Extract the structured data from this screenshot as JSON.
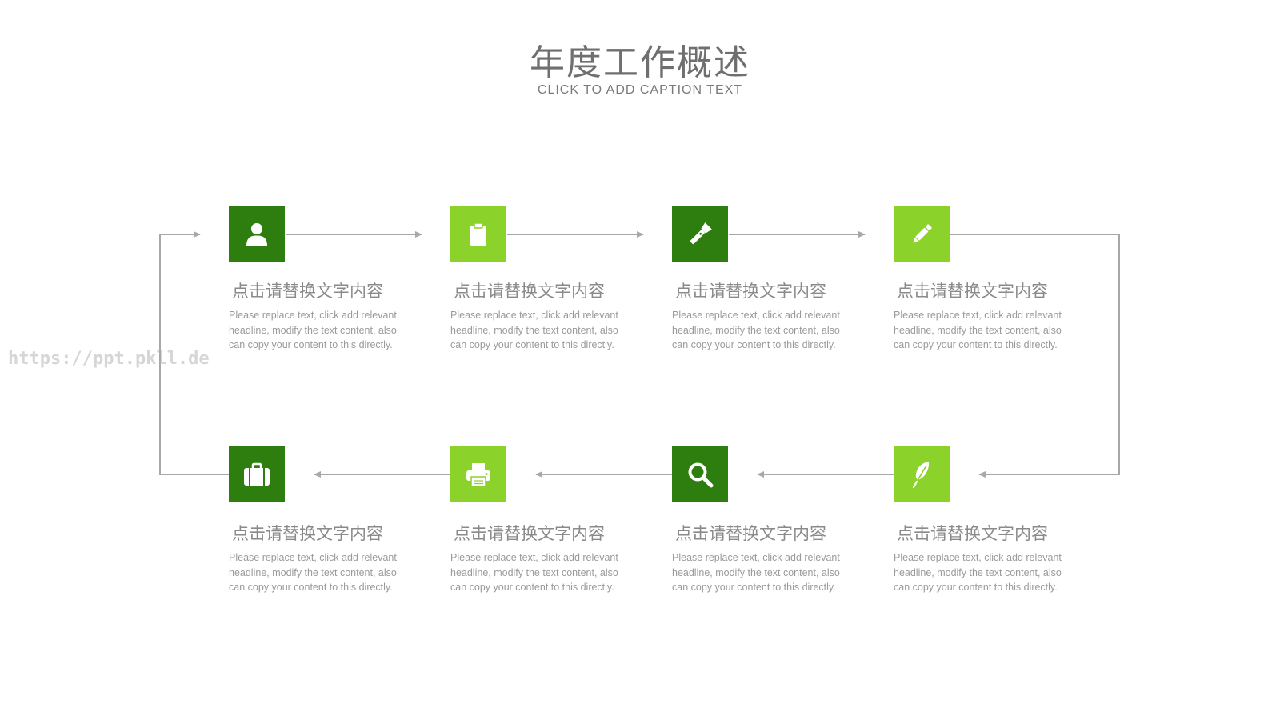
{
  "title": "年度工作概述",
  "caption": "CLICK TO ADD CAPTION TEXT",
  "watermark": "https://ppt.pkll.de",
  "colors": {
    "dark_green": "#2e7d0f",
    "light_green": "#8bd22a",
    "connector": "#a8a8a8"
  },
  "steps": [
    {
      "icon": "user-icon",
      "heading": "点击请替换文字内容",
      "text": "Please replace text, click add relevant headline, modify the text content, also can copy your content to this directly."
    },
    {
      "icon": "clipboard-icon",
      "heading": "点击请替换文字内容",
      "text": "Please replace text, click add relevant headline, modify the text content, also can copy your content to this directly."
    },
    {
      "icon": "flashlight-icon",
      "heading": "点击请替换文字内容",
      "text": "Please replace text, click add relevant headline, modify the text content, also can copy your content to this directly."
    },
    {
      "icon": "pencil-icon",
      "heading": "点击请替换文字内容",
      "text": "Please replace text, click add relevant headline, modify the text content, also can copy your content to this directly."
    },
    {
      "icon": "briefcase-icon",
      "heading": "点击请替换文字内容",
      "text": "Please replace text, click add relevant headline, modify the text content, also can copy your content to this directly."
    },
    {
      "icon": "printer-icon",
      "heading": "点击请替换文字内容",
      "text": "Please replace text, click add relevant headline, modify the text content, also can copy your content to this directly."
    },
    {
      "icon": "search-icon",
      "heading": "点击请替换文字内容",
      "text": "Please replace text, click add relevant headline, modify the text content, also can copy your content to this directly."
    },
    {
      "icon": "feather-icon",
      "heading": "点击请替换文字内容",
      "text": "Please replace text, click add relevant headline, modify the text content, also can copy your content to this directly."
    }
  ]
}
